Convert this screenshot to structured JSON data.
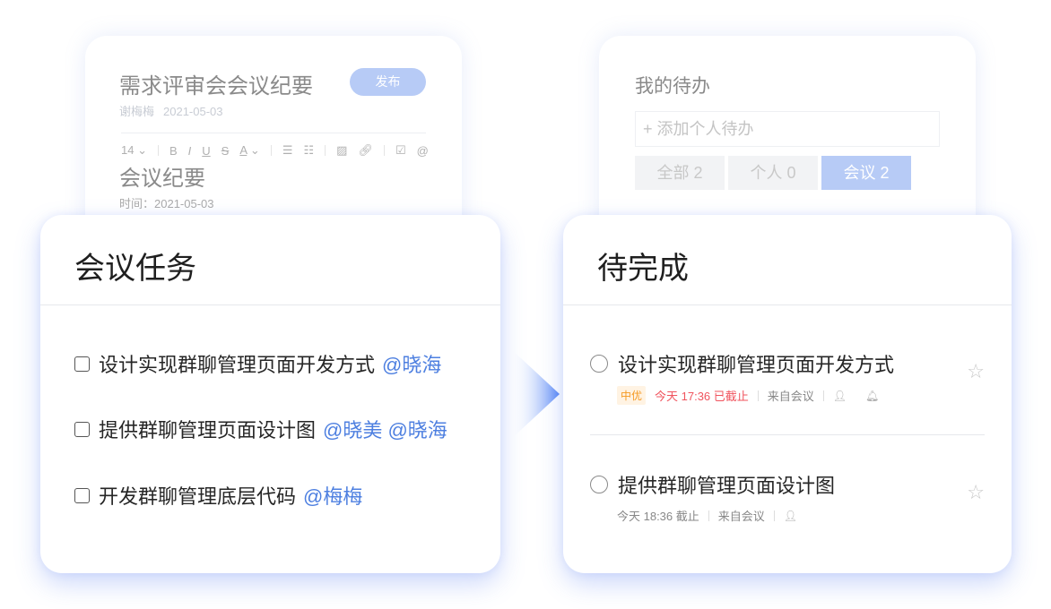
{
  "doc": {
    "title": "需求评审会会议纪要",
    "author": "谢梅梅",
    "date": "2021-05-03",
    "publish": "发布",
    "font_size": "14",
    "heading": "会议纪要",
    "time_line": "时间：2021-05-03"
  },
  "todo": {
    "title": "我的待办",
    "add_placeholder": "+ 添加个人待办",
    "tabs": [
      {
        "label": "全部 2"
      },
      {
        "label": "个人 0"
      },
      {
        "label": "会议 2",
        "active": true
      }
    ]
  },
  "tasks": {
    "title": "会议任务",
    "items": [
      {
        "text": "设计实现群聊管理页面开发方式",
        "mentions": "@晓海"
      },
      {
        "text": "提供群聊管理页面设计图",
        "mentions": "@晓美 @晓海"
      },
      {
        "text": "开发群聊管理底层代码",
        "mentions": "@梅梅"
      }
    ]
  },
  "pending": {
    "title": "待完成",
    "items": [
      {
        "text": "设计实现群聊管理页面开发方式",
        "priority": "中优",
        "due": "今天 17:36 已截止",
        "source": "来自会议"
      },
      {
        "text": "提供群聊管理页面设计图",
        "due": "今天 18:36 截止",
        "source": "来自会议"
      }
    ]
  },
  "colors": {
    "accent": "#4d7fe0",
    "overdue": "#f0545e",
    "priority": "#f59a23"
  }
}
